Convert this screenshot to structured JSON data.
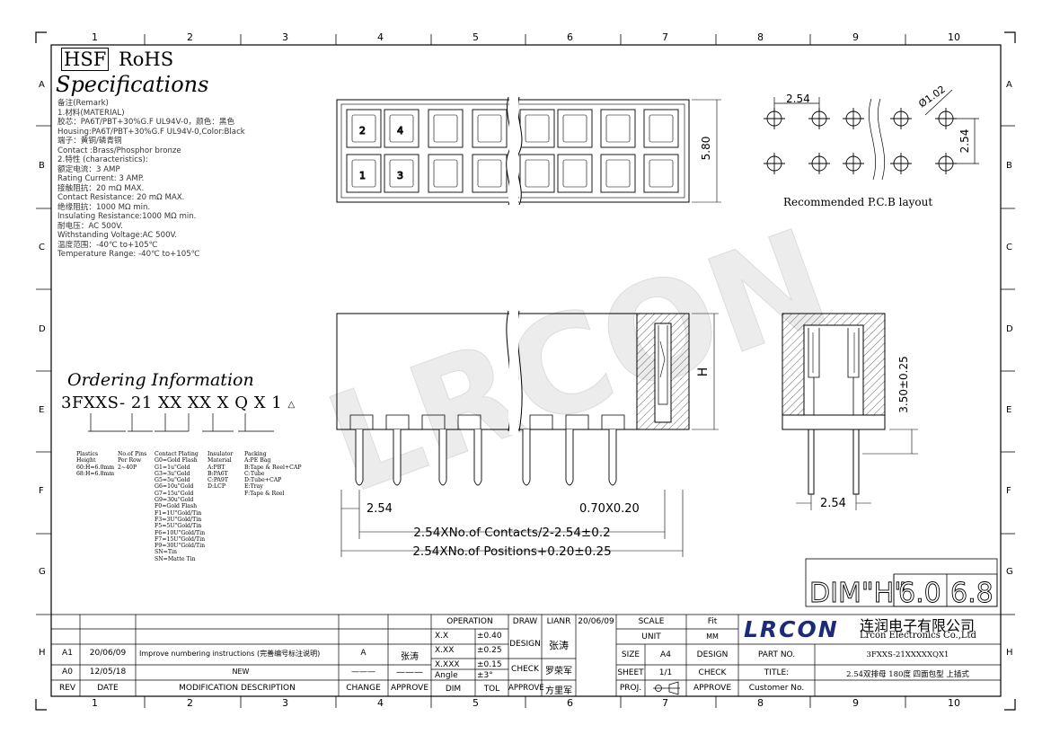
{
  "grid": {
    "columns": [
      "1",
      "2",
      "3",
      "4",
      "5",
      "6",
      "7",
      "8",
      "9",
      "10"
    ],
    "rows": [
      "A",
      "B",
      "C",
      "D",
      "E",
      "F",
      "G",
      "H"
    ]
  },
  "header": {
    "hsf": "HSF",
    "rohs": "RoHS",
    "specs_title": "Specifications"
  },
  "specs": [
    "备注(Remark)",
    "1.材料(MATERIAL)",
    "胶芯：PA6T/PBT+30%G.F UL94V-0，颜色：黑色",
    "Housing:PA6T/PBT+30%G.F UL94V-0,Color:Black",
    "端子：黄铜/磷青铜",
    "Contact :Brass/Phosphor bronze",
    "2.特性 (characteristics):",
    "额定电流：3 AMP",
    "Rating Current: 3 AMP.",
    "接触阻抗：20 mΩ MAX.",
    "Contact Resistance: 20 mΩ MAX.",
    "绝缘阻抗：1000 MΩ min.",
    "Insulating Resistance:1000 MΩ  min.",
    "耐电压：AC 500V.",
    "Withstanding Voltage:AC 500V.",
    "温度范围：-40℃ to+105℃",
    "Temperature Range: -40℃ to+105℃"
  ],
  "ordering": {
    "title": "Ordering Information",
    "code": "3FXXS- 21 XX XX X Q X 1",
    "rev_mark": "A",
    "groups": [
      {
        "title": "Plastics\nHeight",
        "lines": [
          "60:H=6.0mm",
          "68:H=6.8mm"
        ]
      },
      {
        "title": "No.of Pins\nPer Row",
        "lines": [
          "2~40P"
        ]
      },
      {
        "title": "Contact Plating",
        "lines": [
          "G0=Gold Flash",
          "G1=1u\"Gold",
          "G3=3u\"Gold",
          "G5=5u\"Gold",
          "G6=10u\"Gold",
          "G7=15u\"Gold",
          "G9=30u\"Gold",
          "F0=Gold Flash",
          "F1=1U\"Gold/Tin",
          "F3=3U\"Gold/Tin",
          "F5=5U\"Gold/Tin",
          "F6=10U\"Gold/Tin",
          "F7=15U\"Gold/Tin",
          "F9=30U\"Gold/Tin",
          "SN=Tin",
          "SN=Matte Tin"
        ]
      },
      {
        "title": "Insulator\nMaterial",
        "lines": [
          "A:PBT",
          "B:PA6T",
          "C:PA9T",
          "D:LCP"
        ]
      },
      {
        "title": "Packing",
        "lines": [
          "A:PE Bag",
          "B:Tape & Reel+CAP",
          "C:Tube",
          "D:Tube+CAP",
          "E:Tray",
          "F:Tape & Reel"
        ]
      }
    ]
  },
  "drawing": {
    "top_pin_labels": [
      "2",
      "4",
      "1",
      "3"
    ],
    "dim_580": "5.80",
    "dim_h": "H",
    "dim_254_left": "2.54",
    "dim_070": "0.70X0.20",
    "dim_contacts": "2.54XNo.of Contacts/2-2.54±0.2",
    "dim_positions": "2.54XNo.of Positions+0.20±0.25",
    "dim_350": "3.50±0.25",
    "dim_254_side": "2.54",
    "pcb_pitch_x": "2.54",
    "pcb_pitch_y": "2.54",
    "pcb_hole": "Ø1.02",
    "pcb_caption": "Recommended P.C.B layout",
    "watermark": "LRCON"
  },
  "dim_table": {
    "label": "DIM\"H\"",
    "values": [
      "6.0",
      "6.8"
    ]
  },
  "revision_table": {
    "rows": [
      {
        "rev": "A1",
        "date": "20/06/09",
        "desc": "Improve numbering instructions (完善编号标注说明)",
        "change": "A",
        "approve": "张涛"
      },
      {
        "rev": "A0",
        "date": "12/05/18",
        "desc": "NEW",
        "change": "———",
        "approve": "———"
      }
    ],
    "footer": {
      "rev": "REV",
      "date": "DATE",
      "desc": "MODIFICATION DESCRIPTION",
      "change": "CHANGE",
      "approve": "APPROVE"
    }
  },
  "tolerance_table": {
    "operation": "OPERATION",
    "rows": [
      [
        "X.X",
        "±0.40"
      ],
      [
        "X.XX",
        "±0.25"
      ],
      [
        "X.XXX",
        "±0.15"
      ],
      [
        "Angle",
        "±3°"
      ]
    ],
    "dim": "DIM",
    "tol": "TOL"
  },
  "signoff": {
    "draw": "DRAW",
    "draw_name": "LIANR",
    "draw_date": "20/06/09",
    "design": "DESIGN",
    "design_name": "张涛",
    "check": "CHECK",
    "check_name": "罗荣军",
    "approve": "APPROVE",
    "approve_name": "方里军"
  },
  "scale_block": {
    "scale": "SCALE",
    "fit": "Fit",
    "unit": "UNIT",
    "mm": "MM",
    "size": "SIZE",
    "size_val": "A4",
    "design": "DESIGN",
    "sheet": "SHEET",
    "sheet_val": "1/1",
    "check": "CHECK",
    "proj": "PROJ.",
    "approve": "APPROVE"
  },
  "title_block": {
    "logo": "LRCON",
    "company_cn": "连润电子有限公司",
    "company_en": "Lrcon Electronics Co.,Ltd",
    "part_no_label": "PART NO.",
    "part_no": "3FXXS-21XXXXXQX1",
    "title_label": "TITLE:",
    "title": "2.54双排母 180度 四面包型 上插式",
    "customer_label": "Customer No.",
    "customer": ""
  },
  "colors": {
    "line": "#000000",
    "watermark": "#e6e6e6",
    "logo": "#1d2a7a"
  }
}
